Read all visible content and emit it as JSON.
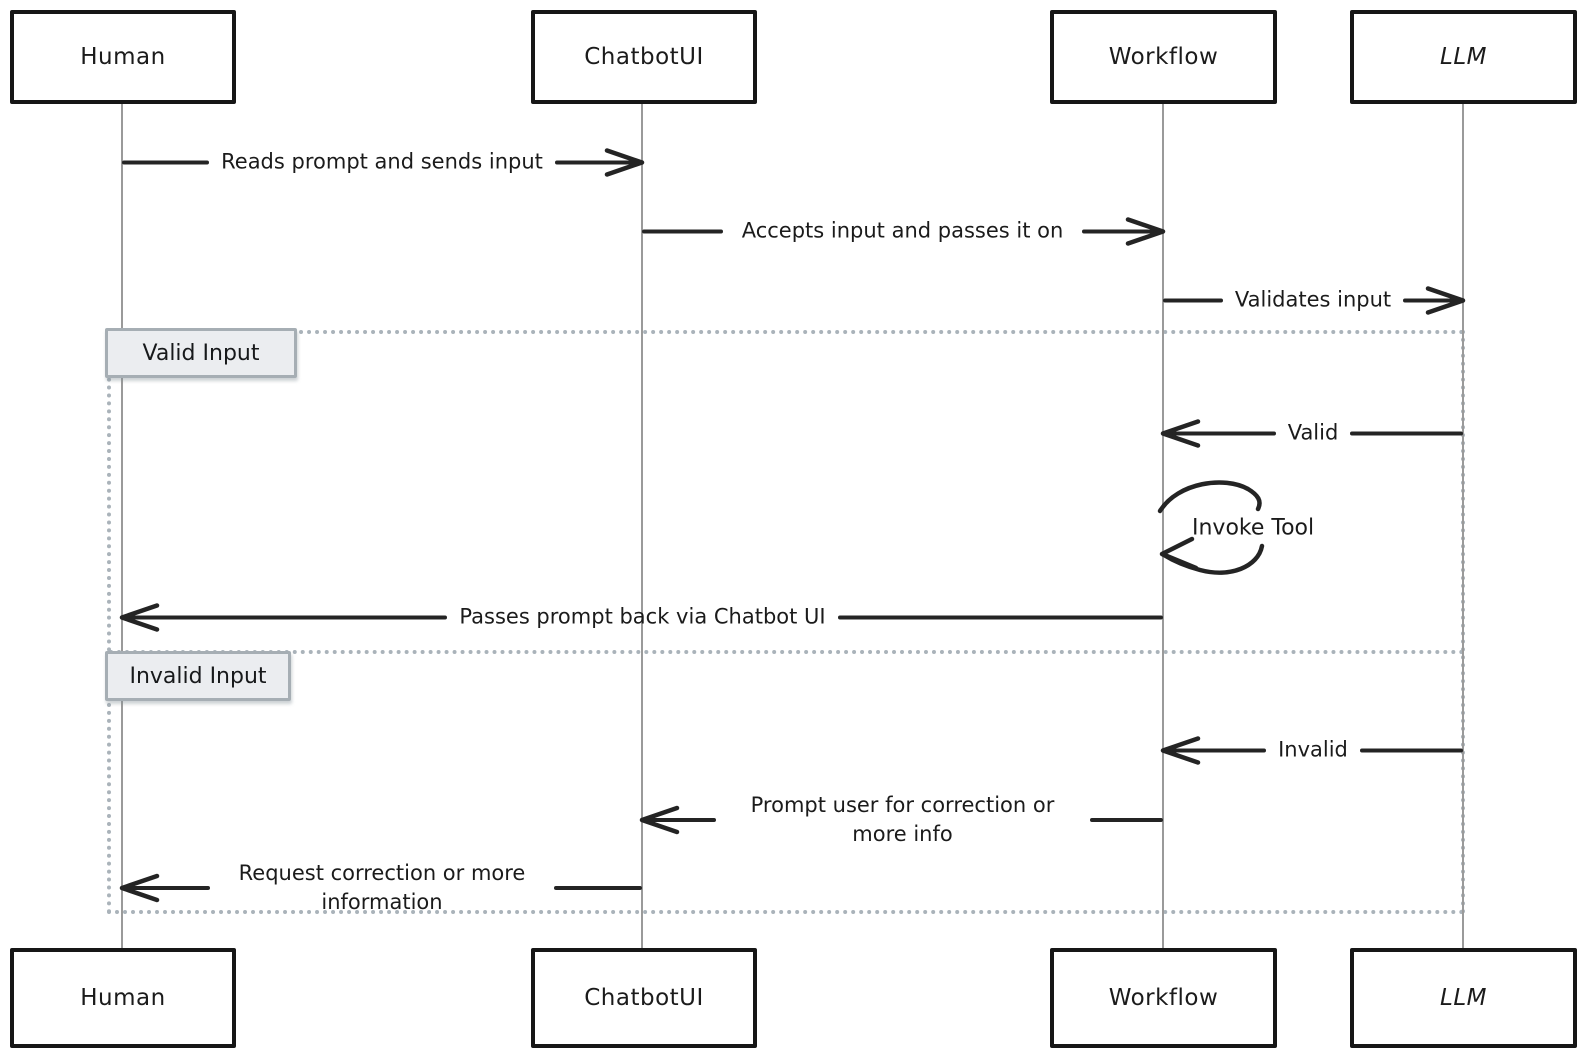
{
  "diagram": {
    "kind": "sequence-diagram",
    "style": "hand-drawn",
    "actors": [
      {
        "id": "human",
        "name": "Human"
      },
      {
        "id": "chatbotui",
        "name": "ChatbotUI"
      },
      {
        "id": "workflow",
        "name": "Workflow"
      },
      {
        "id": "llm",
        "name": "LLM"
      }
    ],
    "messages": [
      {
        "from": "Human",
        "to": "ChatbotUI",
        "label": "Reads prompt and sends input",
        "direction": "right"
      },
      {
        "from": "ChatbotUI",
        "to": "Workflow",
        "label": "Accepts input and passes it on",
        "direction": "right"
      },
      {
        "from": "Workflow",
        "to": "LLM",
        "label": "Validates input",
        "direction": "right"
      },
      {
        "from": "LLM",
        "to": "Workflow",
        "label": "Valid",
        "direction": "left"
      },
      {
        "from": "Workflow",
        "to": "Workflow",
        "label": "Invoke Tool",
        "direction": "self"
      },
      {
        "from": "Workflow",
        "to": "Human",
        "label": "Passes prompt back via Chatbot UI",
        "direction": "left"
      },
      {
        "from": "LLM",
        "to": "Workflow",
        "label": "Invalid",
        "direction": "left"
      },
      {
        "from": "Workflow",
        "to": "ChatbotUI",
        "label": "Prompt user for correction or more info",
        "direction": "left"
      },
      {
        "from": "ChatbotUI",
        "to": "Human",
        "label": "Request correction or more information",
        "direction": "left"
      }
    ],
    "alt_frame": {
      "sections": [
        {
          "label": "Valid Input"
        },
        {
          "label": "Invalid Input"
        }
      ]
    },
    "colors": {
      "background": "#ffffff",
      "stroke": "#242424",
      "actor_border": "#161616",
      "lifeline": "#9a9a9a",
      "frame_border": "#aab3ba",
      "section_label_bg": "#ebedf0",
      "section_label_border": "#a6aeb4",
      "text": "#1b1b1b"
    }
  }
}
